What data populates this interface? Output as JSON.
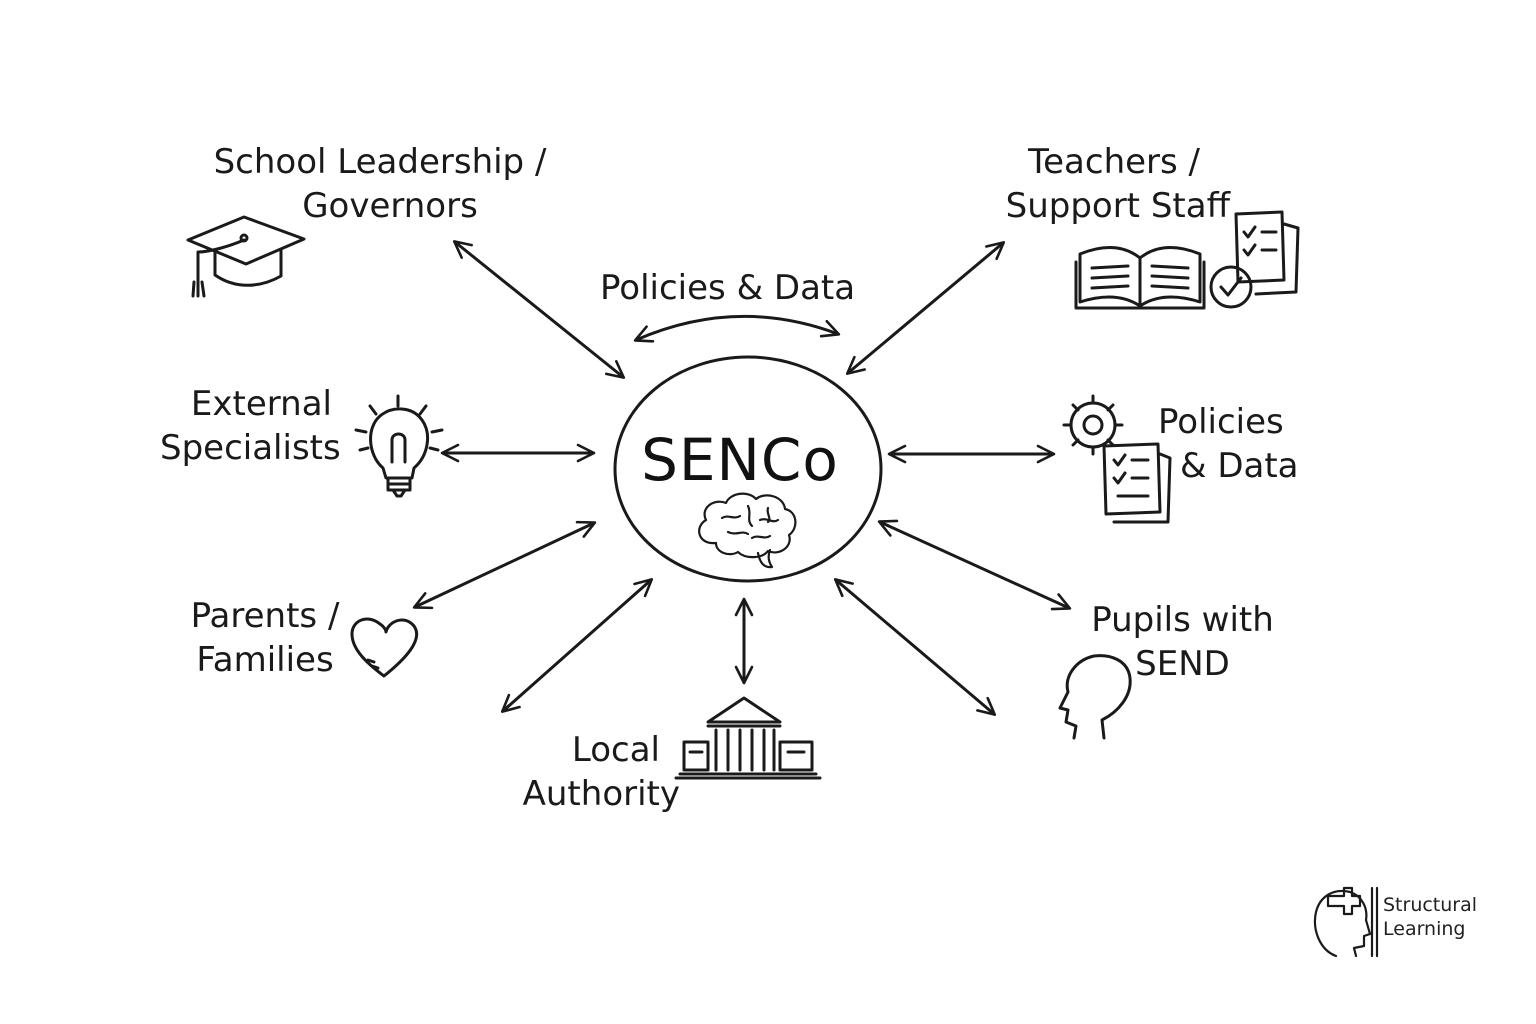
{
  "center": {
    "title": "SENCo"
  },
  "nodes": {
    "leadership": {
      "line1": "School Leadership /",
      "line2": "Governors"
    },
    "teachers": {
      "line1": "Teachers /",
      "line2": "Support Staff"
    },
    "external": {
      "line1": "External",
      "line2": "Specialists"
    },
    "policies_right": {
      "line1": "Policies",
      "line2": "& Data"
    },
    "parents": {
      "line1": "Parents /",
      "line2": "Families"
    },
    "pupils": {
      "line1": "Pupils with",
      "line2": "SEND"
    },
    "local_authority": {
      "line1": "Local",
      "line2": "Authority"
    },
    "policies_top": {
      "label": "Policies & Data"
    }
  },
  "brand": {
    "line1": "Structural",
    "line2": "Learning"
  }
}
